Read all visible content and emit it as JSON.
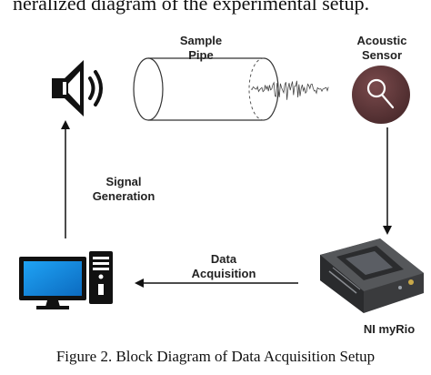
{
  "heading_fragment": "neralized diagram of the experimental setup.",
  "nodes": {
    "sample_pipe": {
      "line1": "Sample",
      "line2": "Pipe"
    },
    "acoustic_sensor": {
      "line1": "Acoustic",
      "line2": "Sensor"
    },
    "daq_device": {
      "label": "NI myRio"
    }
  },
  "edges": {
    "signal_generation": {
      "line1": "Signal",
      "line2": "Generation"
    },
    "data_acquisition": {
      "line1": "Data",
      "line2": "Acquisition"
    }
  },
  "caption": "Figure 2. Block Diagram of Data Acquisition Setup",
  "colors": {
    "sensor_bg": "#5b3638",
    "monitor_screen": "#1a8fe0",
    "device_body": "#3a3b3d",
    "arrow": "#111111"
  },
  "icons": [
    "speaker-icon",
    "pipe-icon",
    "acoustic-sensor-icon",
    "computer-icon",
    "ni-myrio-device-icon"
  ]
}
